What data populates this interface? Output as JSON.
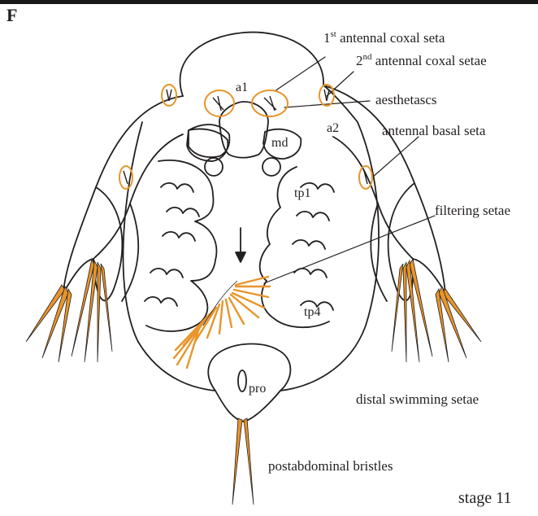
{
  "panel_letter": "F",
  "stage_label": "stage 11",
  "colors": {
    "outline": "#231f20",
    "highlight": "#e8952a",
    "setae_fill": "#e8952a",
    "background": "#ffffff"
  },
  "labels": {
    "coxal_seta_1_num": "1",
    "coxal_seta_1_sup": "st",
    "coxal_seta_1_text": " antennal coxal seta",
    "coxal_seta_2_num": "2",
    "coxal_seta_2_sup": "nd",
    "coxal_seta_2_text": " antennal coxal setae",
    "aesthetascs": "aesthetascs",
    "antennal_basal_seta": "antennal basal seta",
    "filtering_setae": "filtering setae",
    "distal_swimming_setae": "distal swimming setae",
    "postabdominal_bristles": "postabdominal bristles"
  },
  "structures": {
    "a1": "a1",
    "a2": "a2",
    "md": "md",
    "tp1": "tp1",
    "tp4": "tp4",
    "pro": "pro"
  }
}
